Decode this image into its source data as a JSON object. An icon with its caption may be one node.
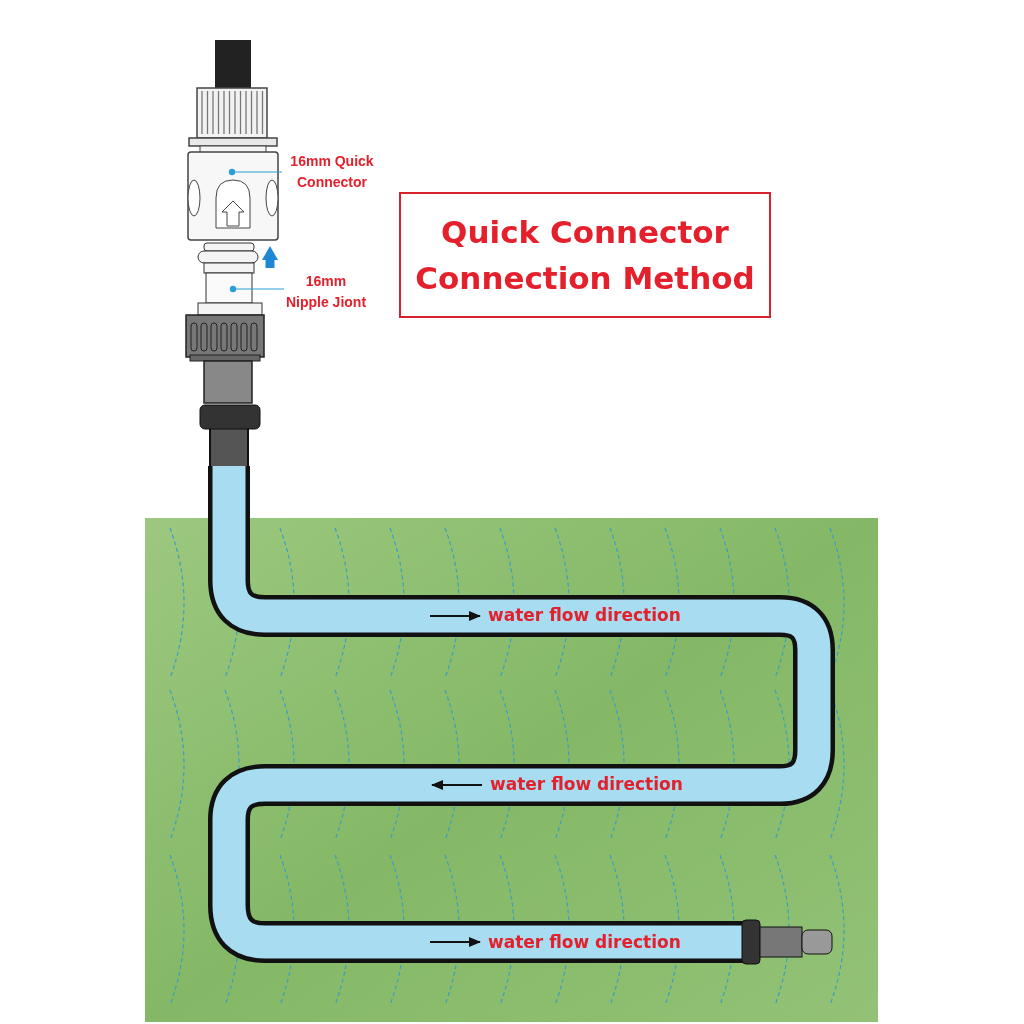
{
  "diagram": {
    "title": "Quick Connector Connection Method",
    "nodes": [
      {
        "text": [
          "16mm Quick Connector"
        ]
      },
      {
        "text": [],
        "shape": "picture"
      },
      {
        "text": [
          "16mm Nipple Jiont"
        ]
      },
      {
        "text": [],
        "shape": "picture"
      }
    ],
    "edges": [
      {
        "from": 0,
        "to": 1,
        "arrow": "other"
      },
      {
        "from": 2,
        "to": 3,
        "arrow": "other"
      },
      {
        "from": 3,
        "to": 1,
        "arrow": "to",
        "style": "thick"
      }
    ],
    "labels": [
      "water flow direction",
      "water flow direction",
      "water flow direction"
    ]
  }
}
